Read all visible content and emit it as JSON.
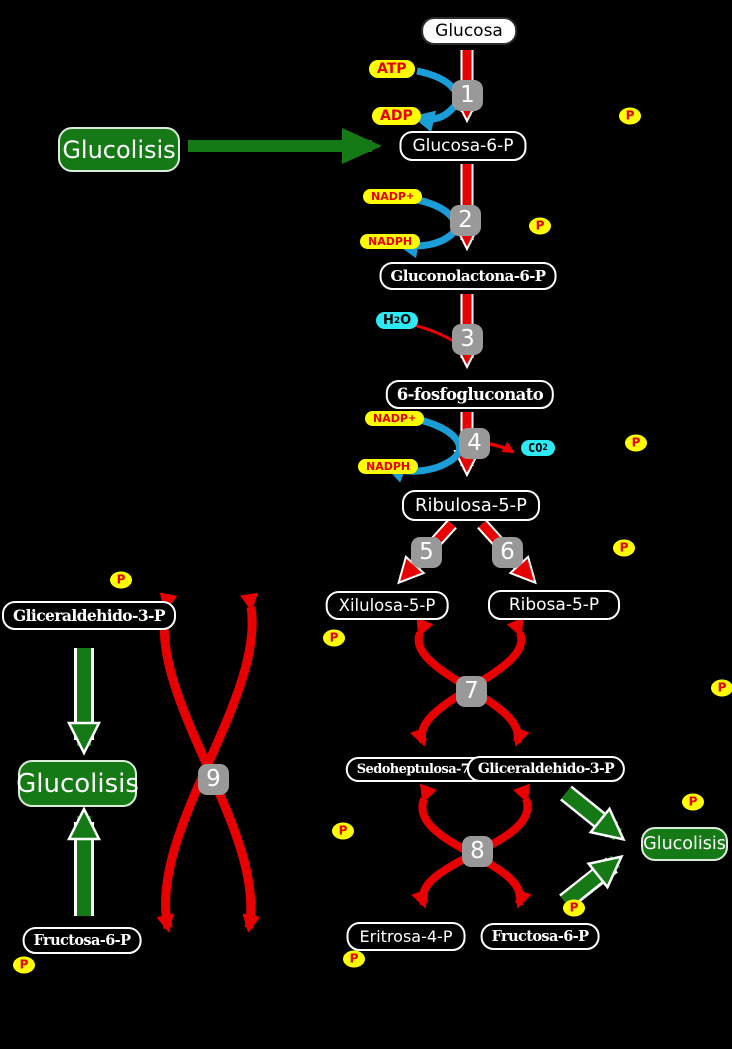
{
  "labels": {
    "glucosa": "Glucosa",
    "glucosa_6_p": "Glucosa-6-P",
    "gluconolactona_6_p": "Gluconolactona-6-P",
    "fosfogluconato_6": "6-fosfogluconato",
    "ribulosa_5_p": "Ribulosa-5-P",
    "xilulosa_5_p": "Xilulosa-5-P",
    "ribosa_5_p": "Ribosa-5-P",
    "sedoheptulosa_7_p": "Sedoheptulosa-7-P",
    "gliceraldehido_3_p": "Gliceraldehido-3-P",
    "eritrosa_4_p": "Eritrosa-4-P",
    "fructosa_6_p": "Fructosa-6-P",
    "glucolisis": "Glucolisis"
  },
  "cofactors": {
    "atp": "ATP",
    "adp": "ADP",
    "nadp_base": "NADP",
    "nadp_sup": "+",
    "nadph": "NADPH",
    "h2o_h": "H",
    "h2o_sub": "2",
    "h2o_o": "O",
    "co2_base": "CO",
    "co2_sub": "2"
  },
  "steps": [
    "1",
    "2",
    "3",
    "4",
    "5",
    "6",
    "7",
    "8",
    "9"
  ],
  "phosphate": "P",
  "colors": {
    "arrow_red": "#e80000",
    "arrow_blue": "#1b9ed8",
    "arrow_green": "#157a15",
    "pill_yellow": "#ffff00",
    "pill_cyan": "#2ce9f4",
    "badge_gray": "#999999",
    "box_green": "#157a15"
  }
}
